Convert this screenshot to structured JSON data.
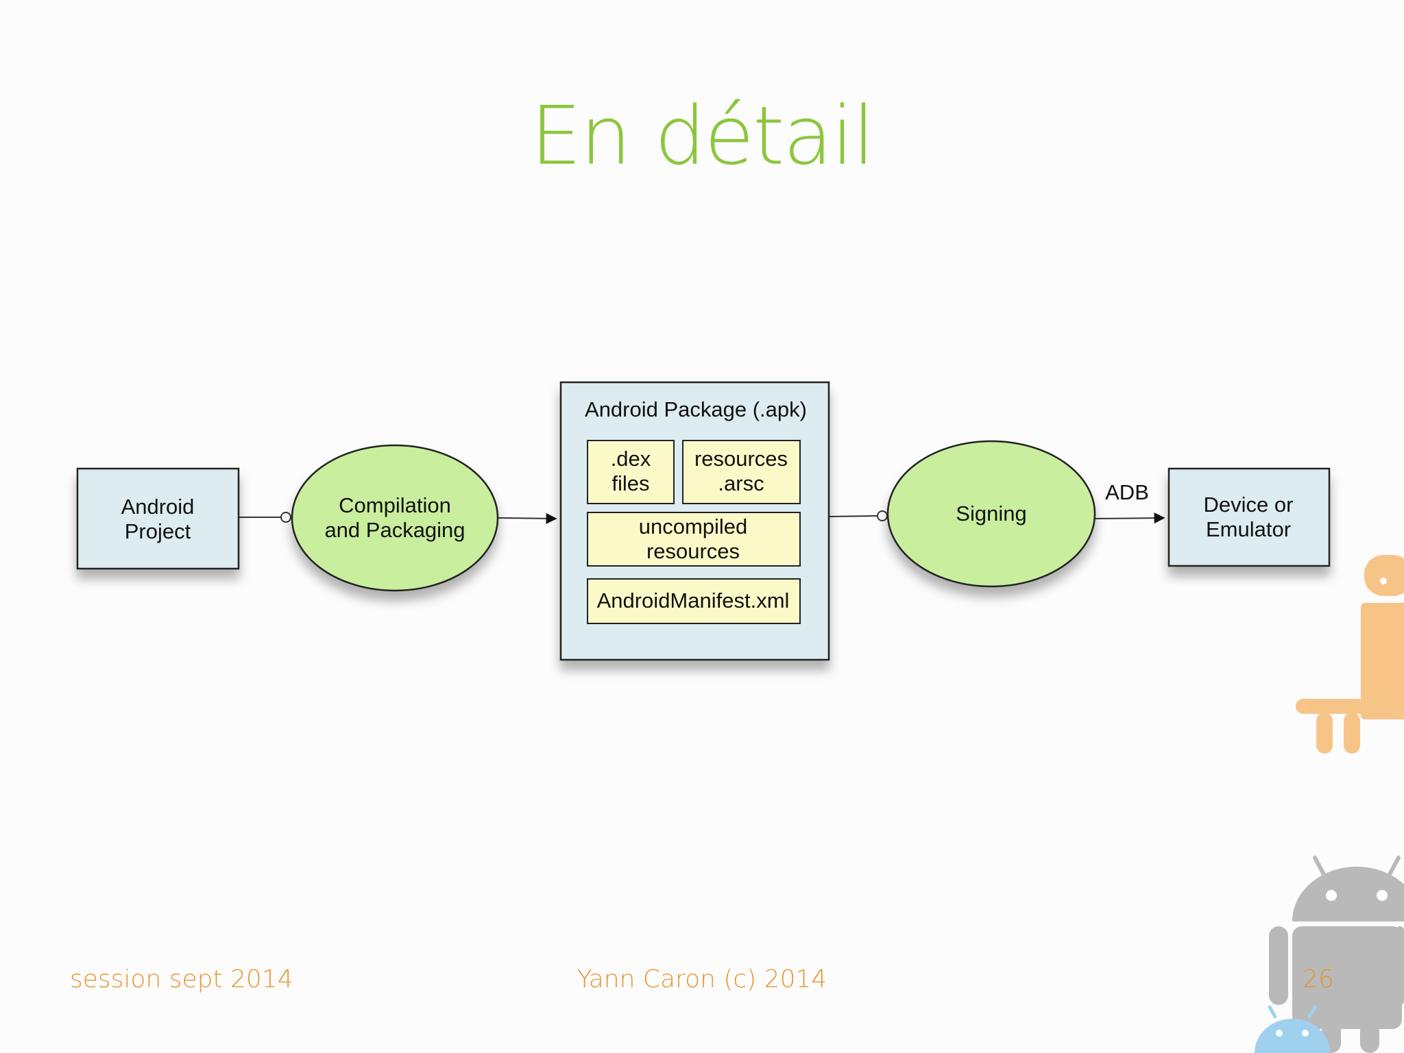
{
  "slide": {
    "title": "En détail",
    "footer_left": "session sept 2014",
    "footer_center": "Yann Caron (c) 2014",
    "page_number": "26"
  },
  "diagram": {
    "android_project": [
      "Android",
      "Project"
    ],
    "compilation": [
      "Compilation",
      "and Packaging"
    ],
    "apk_title": "Android Package (.apk)",
    "dex_files": [
      ".dex",
      "files"
    ],
    "resources_arsc": [
      "resources",
      ".arsc"
    ],
    "uncompiled_resources": [
      "uncompiled",
      "resources"
    ],
    "manifest": "AndroidManifest.xml",
    "signing": "Signing",
    "adb_label": "ADB",
    "device": [
      "Device or",
      "Emulator"
    ]
  },
  "colors": {
    "title": "#8cc63e",
    "footer": "#e59532",
    "box_fill": "#dcecf0",
    "ellipse_fill": "#c9ee9e",
    "file_fill": "#fcf9c8",
    "android_orange": "#f6b262",
    "android_gray": "#b9b9b9",
    "android_blue": "#9fd1ee"
  }
}
